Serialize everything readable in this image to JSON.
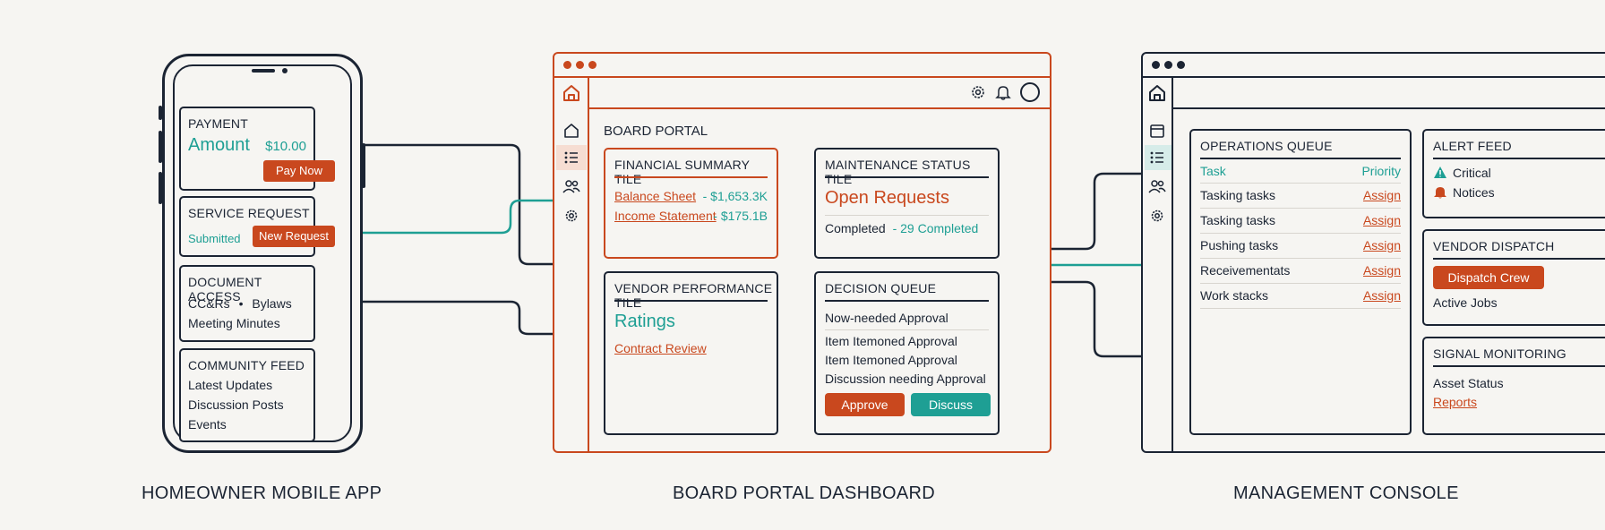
{
  "colors": {
    "navy": "#1b2433",
    "orange": "#c9481e",
    "teal": "#1e9f94",
    "background": "#f6f5f2"
  },
  "icons": [
    "home-icon",
    "list-icon",
    "users-icon",
    "gear-icon",
    "bell-icon",
    "avatar-circle",
    "calendar-icon",
    "warning-icon"
  ],
  "mobile": {
    "caption": "HOMEOWNER MOBILE APP",
    "payment": {
      "title": "PAYMENT",
      "label": "Amount",
      "amount": "$10.00",
      "button": "Pay Now"
    },
    "service": {
      "title": "SERVICE REQUEST",
      "status": "Submitted",
      "button": "New Request"
    },
    "documents": {
      "title": "DOCUMENT ACCESS",
      "item1": "CC&Rs",
      "separator": "•",
      "item2": "Bylaws",
      "item3": "Meeting Minutes"
    },
    "community": {
      "title": "COMMUNITY FEED",
      "items": [
        "Latest Updates",
        "Discussion Posts",
        "Events"
      ]
    }
  },
  "board": {
    "caption": "BOARD PORTAL DASHBOARD",
    "heading": "BOARD PORTAL",
    "financial": {
      "title": "FINANCIAL SUMMARY TILE",
      "rows": [
        {
          "label": "Balance Sheet",
          "value": "- $1,653.3K"
        },
        {
          "label": "Income Statement",
          "value": "- $175.1B"
        }
      ]
    },
    "maintenance": {
      "title": "MAINTENANCE STATUS TILE",
      "headline": "Open Requests",
      "completed_label": "Completed",
      "completed_value": "- 29 Completed"
    },
    "vendor": {
      "title": "VENDOR PERFORMANCE TILE",
      "headline": "Ratings",
      "link": "Contract Review"
    },
    "decision": {
      "title": "DECISION QUEUE",
      "first": "Now-needed Approval",
      "items": [
        "Item Itemoned Approval",
        "Item Itemoned Approval",
        "Discussion needing Approval"
      ],
      "approve": "Approve",
      "discuss": "Discuss"
    }
  },
  "console": {
    "caption": "MANAGEMENT CONSOLE",
    "ops": {
      "title": "OPERATIONS QUEUE",
      "col_task": "Task",
      "col_priority": "Priority",
      "rows": [
        {
          "task": "Tasking tasks",
          "action": "Assign"
        },
        {
          "task": "Tasking tasks",
          "action": "Assign"
        },
        {
          "task": "Pushing tasks",
          "action": "Assign"
        },
        {
          "task": "Receivementats",
          "action": "Assign"
        },
        {
          "task": "Work stacks",
          "action": "Assign"
        }
      ]
    },
    "alert": {
      "title": "ALERT FEED",
      "critical": "Critical",
      "notices": "Notices"
    },
    "dispatch": {
      "title": "VENDOR DISPATCH",
      "button": "Dispatch Crew",
      "jobs": "Active Jobs"
    },
    "signal": {
      "title": "SIGNAL MONITORING",
      "status": "Asset Status",
      "link": "Reports"
    }
  }
}
